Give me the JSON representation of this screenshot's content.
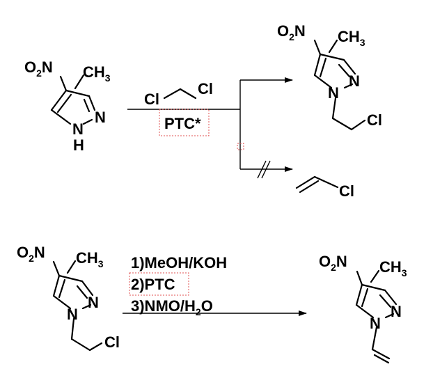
{
  "reaction1": {
    "reactant": {
      "substituent": "O",
      "substituent_sub": "2",
      "substituent_end": "N",
      "methyl": "CH",
      "methyl_sub": "3",
      "ring_n": "N",
      "nh_n": "N",
      "nh_h": "H"
    },
    "reagent": {
      "cl_left": "Cl",
      "cl_right": "Cl",
      "catalyst": "PTC*"
    },
    "product_major": {
      "substituent": "O",
      "substituent_sub": "2",
      "substituent_end": "N",
      "methyl": "CH",
      "methyl_sub": "3",
      "ring_n": "N",
      "n1": "N",
      "cl": "Cl"
    },
    "product_blocked": {
      "cl": "Cl"
    }
  },
  "reaction2": {
    "reactant": {
      "substituent": "O",
      "substituent_sub": "2",
      "substituent_end": "N",
      "methyl": "CH",
      "methyl_sub": "3",
      "ring_n": "N",
      "n1": "N",
      "cl": "Cl"
    },
    "conditions": {
      "step1": "1)MeOH/KOH",
      "step2": "2)PTC",
      "step3_pre": "3)NMO/H",
      "step3_sub": "2",
      "step3_post": "O"
    },
    "product": {
      "substituent": "O",
      "substituent_sub": "2",
      "substituent_end": "N",
      "methyl": "CH",
      "methyl_sub": "3",
      "ring_n": "N",
      "n1": "N"
    }
  }
}
